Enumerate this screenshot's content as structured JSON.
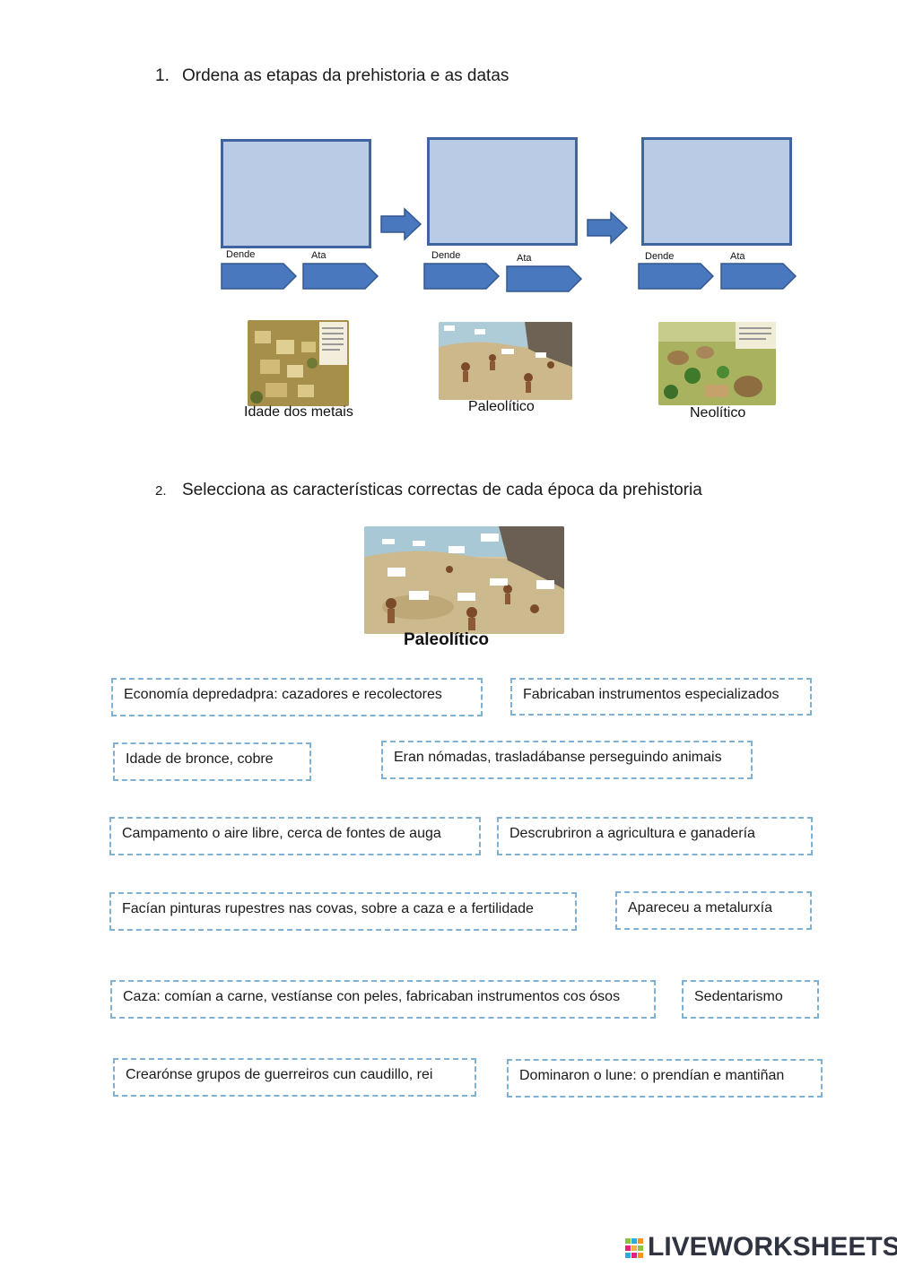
{
  "question1": {
    "number": "1.",
    "text": "Ordena as etapas da prehistoria e as datas"
  },
  "stages": [
    {
      "from_label": "Dende",
      "to_label": "Ata"
    },
    {
      "from_label": "Dende",
      "to_label": "Ata"
    },
    {
      "from_label": "Dende",
      "to_label": "Ata"
    }
  ],
  "images": [
    {
      "caption": "Idade dos metais",
      "icon": "metal-age-village-illustration"
    },
    {
      "caption": "Paleolítico",
      "icon": "paleolithic-camp-illustration"
    },
    {
      "caption": "Neolítico",
      "icon": "neolithic-village-illustration"
    }
  ],
  "question2": {
    "number": "2.",
    "text": "Selecciona as características correctas de cada época da prehistoria"
  },
  "main_image": {
    "caption": "Paleolítico",
    "icon": "paleolithic-scene-illustration"
  },
  "cards": [
    "Economía depredadpra: cazadores e recolectores",
    "Fabricaban instrumentos especializados",
    "Idade de bronce, cobre",
    "Eran nómadas, trasladábanse perseguindo animais",
    "Campamento o aire libre, cerca de fontes de auga",
    "Descrubriron a agricultura e ganadería",
    "Facían pinturas rupestres nas covas, sobre a caza e a fertilidade",
    "Apareceu a metalurxía",
    "Caza: comían a carne, vestíanse con peles, fabricaban instrumentos cos ósos",
    "Sedentarismo",
    "Crearónse grupos de guerreiros cun caudillo, rei",
    "Dominaron o lune: o prendían e mantiñan"
  ],
  "brand": {
    "text": "LIVEWORKSHEETS",
    "icon": "liveworksheets-logo-icon"
  },
  "colors": {
    "box_fill": "#b9cbe5",
    "box_border": "#3f64a0",
    "pill_fill": "#4a78bf",
    "card_border": "#7fb1d4"
  }
}
